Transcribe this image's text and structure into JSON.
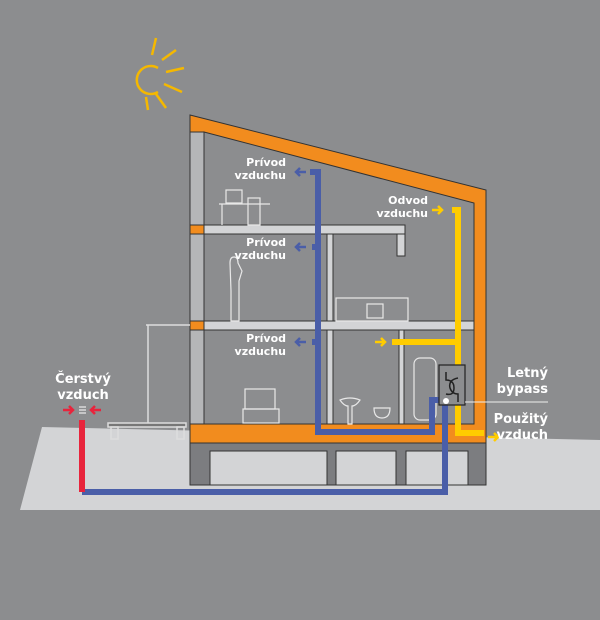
{
  "labels": {
    "supply_top": [
      "Prívod",
      "vzduchu"
    ],
    "supply_mid": [
      "Prívod",
      "vzduchu"
    ],
    "supply_low": [
      "Prívod",
      "vzduchu"
    ],
    "exhaust": [
      "Odvod",
      "vzduchu"
    ],
    "bypass": [
      "Letný",
      "bypass"
    ],
    "used_air": [
      "Použitý",
      "vzduch"
    ],
    "fresh_air": [
      "Čerstvý",
      "vzduch"
    ]
  },
  "colors": {
    "background": "#8c8d8f",
    "ground": "#d3d4d6",
    "wall": "#f28c1e",
    "supply": "#4a5ea8",
    "fresh": "#e8243c",
    "exhaust": "#ffcc00",
    "sun": "#f5b800"
  }
}
